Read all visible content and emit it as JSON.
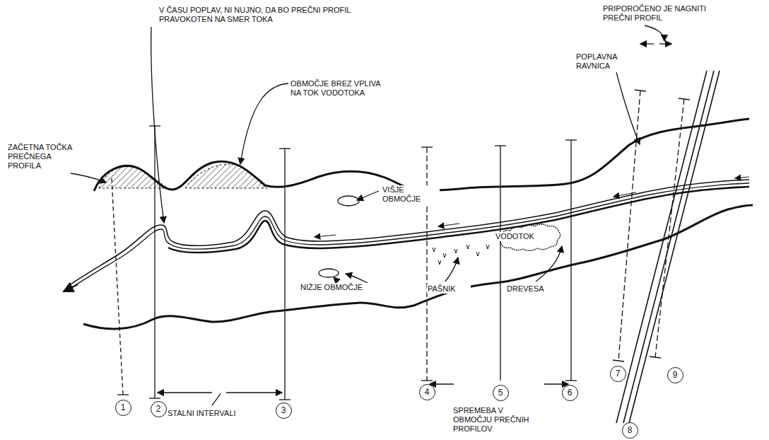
{
  "diagram": {
    "nodes": [
      {
        "text": [
          "1"
        ]
      },
      {
        "text": [
          "2"
        ]
      },
      {
        "text": [
          "3"
        ]
      },
      {
        "text": [
          "4"
        ]
      },
      {
        "text": [
          "5"
        ]
      },
      {
        "text": [
          "6"
        ]
      },
      {
        "text": [
          "7"
        ]
      },
      {
        "text": [
          "8"
        ]
      },
      {
        "text": [
          "9"
        ]
      }
    ],
    "labels": [
      "V ČASU POPLAV, NI NUJNO, DA BO PREČNI PROFIL PRAVOKOTEN NA SMER TOKA",
      "PRIPOROČENO JE NAGNITI PREČNI PROFIL",
      "POPLAVNA RAVNICA",
      "OBMOČJE BREZ VPLIVA NA TOK VODOTOKA",
      "ZAČETNA TOČKA PREČNEGA PROFILA",
      "VIŠJE OBMOČJE",
      "VODOTOK",
      "NIŽJE OBMOČJE",
      "PAŠNIK",
      "DREVESA",
      "STALNI INTERVALI",
      "SPREMEBA V OBMOČJU PREČNIH PROFILOV"
    ]
  }
}
